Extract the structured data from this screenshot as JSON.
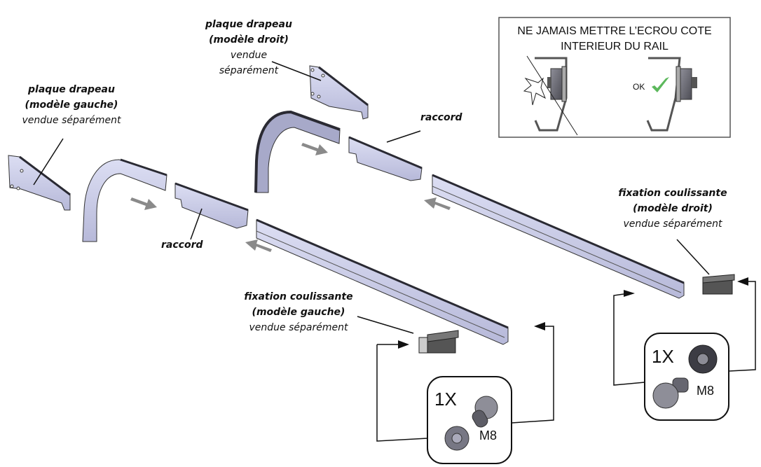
{
  "warning": {
    "line1": "NE JAMAIS METTRE L’ECROU COTE",
    "line2": "INTERIEUR DU RAIL",
    "ok_label": "OK",
    "check_color": "#5cb85c"
  },
  "labels": {
    "plaque_gauche": {
      "name": "plaque drapeau",
      "model": "(modèle gauche)",
      "note": "vendue séparément"
    },
    "plaque_droit": {
      "name": "plaque drapeau",
      "model": "(modèle droit)",
      "note1": "vendue",
      "note2": "séparément"
    },
    "raccord_left": "raccord",
    "raccord_right": "raccord",
    "fixation_gauche": {
      "name": "fixation coulissante",
      "model": "(modèle gauche)",
      "note": "vendue séparément"
    },
    "fixation_droit": {
      "name": "fixation coulissante",
      "model": "(modèle droit)",
      "note": "vendue séparément"
    }
  },
  "hardware_left": {
    "quantity": "1X",
    "size": "M8"
  },
  "hardware_right": {
    "quantity": "1X",
    "size": "M8"
  },
  "colors": {
    "part_fill": "#c9cbe8",
    "part_edge": "#3a3a44",
    "arrow_gray": "#8a8a8a"
  }
}
